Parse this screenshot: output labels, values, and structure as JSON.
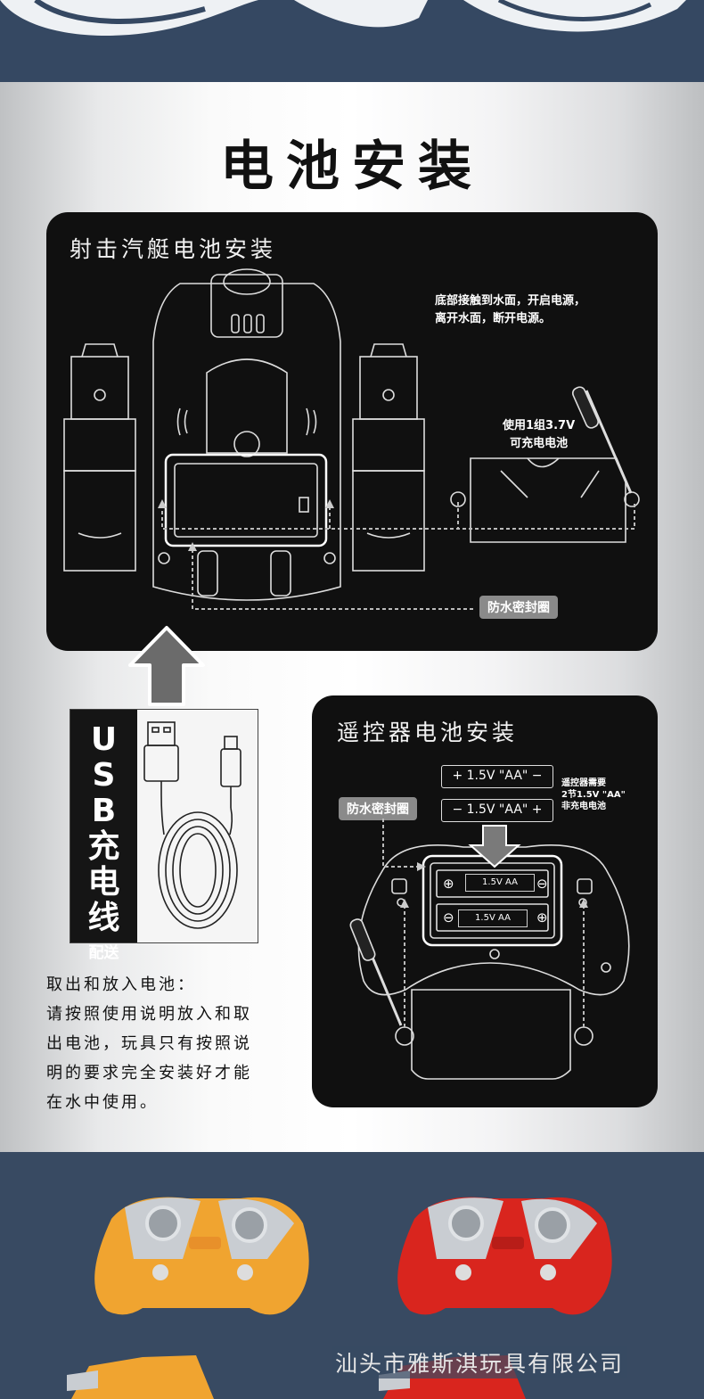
{
  "main_title": "电池安装",
  "boat_panel": {
    "title": "射击汽艇电池安装",
    "note_water": [
      "底部接触到水面，开启电源，",
      "离开水面，断开电源。"
    ],
    "note_battery": [
      "使用1组3.7V",
      "可充电电池"
    ],
    "seal_label": "防水密封圈"
  },
  "remote_panel": {
    "title": "遥控器电池安装",
    "seal_label": "防水密封圈",
    "battery_top": "+ 1.5V \"AA\" −",
    "battery_bottom": "− 1.5V \"AA\" +",
    "battery_note": [
      "遥控器需要",
      "2节1.5V \"AA\"",
      "非充电电池"
    ],
    "cell_label_1": "1.5V AA",
    "cell_label_2": "1.5V AA"
  },
  "usb": {
    "letters": [
      "U",
      "S",
      "B",
      "充",
      "电",
      "线"
    ],
    "sub": "配送"
  },
  "instructions": {
    "heading": "取出和放入电池：",
    "lines": [
      "请按照使用说明放入和取",
      "出电池，玩具只有按照说",
      "明的要求完全安装好才能",
      "在水中使用。"
    ]
  },
  "footer": {
    "company": "汕头市雅斯淇玩具有限公司"
  },
  "colors": {
    "navy": "#384a62",
    "panel": "#101010",
    "remote_orange": "#f0a430",
    "remote_red": "#d9251e"
  }
}
